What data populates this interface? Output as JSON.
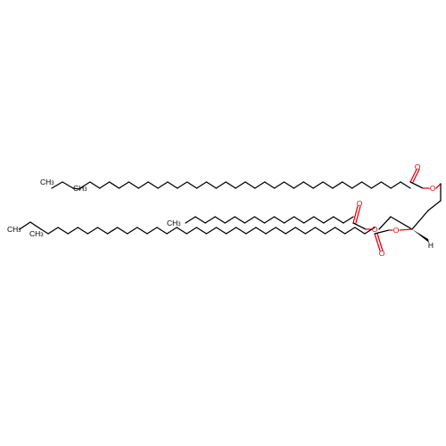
{
  "molecule": {
    "oxygen_symbol": "O",
    "hydrogen_symbol": "H",
    "carbon_symbol": "C",
    "methyl_symbol": "CH",
    "subscript_3": "3",
    "colors": {
      "carbon": "#000000",
      "oxygen": "#e8000b",
      "background": "#ffffff"
    }
  }
}
